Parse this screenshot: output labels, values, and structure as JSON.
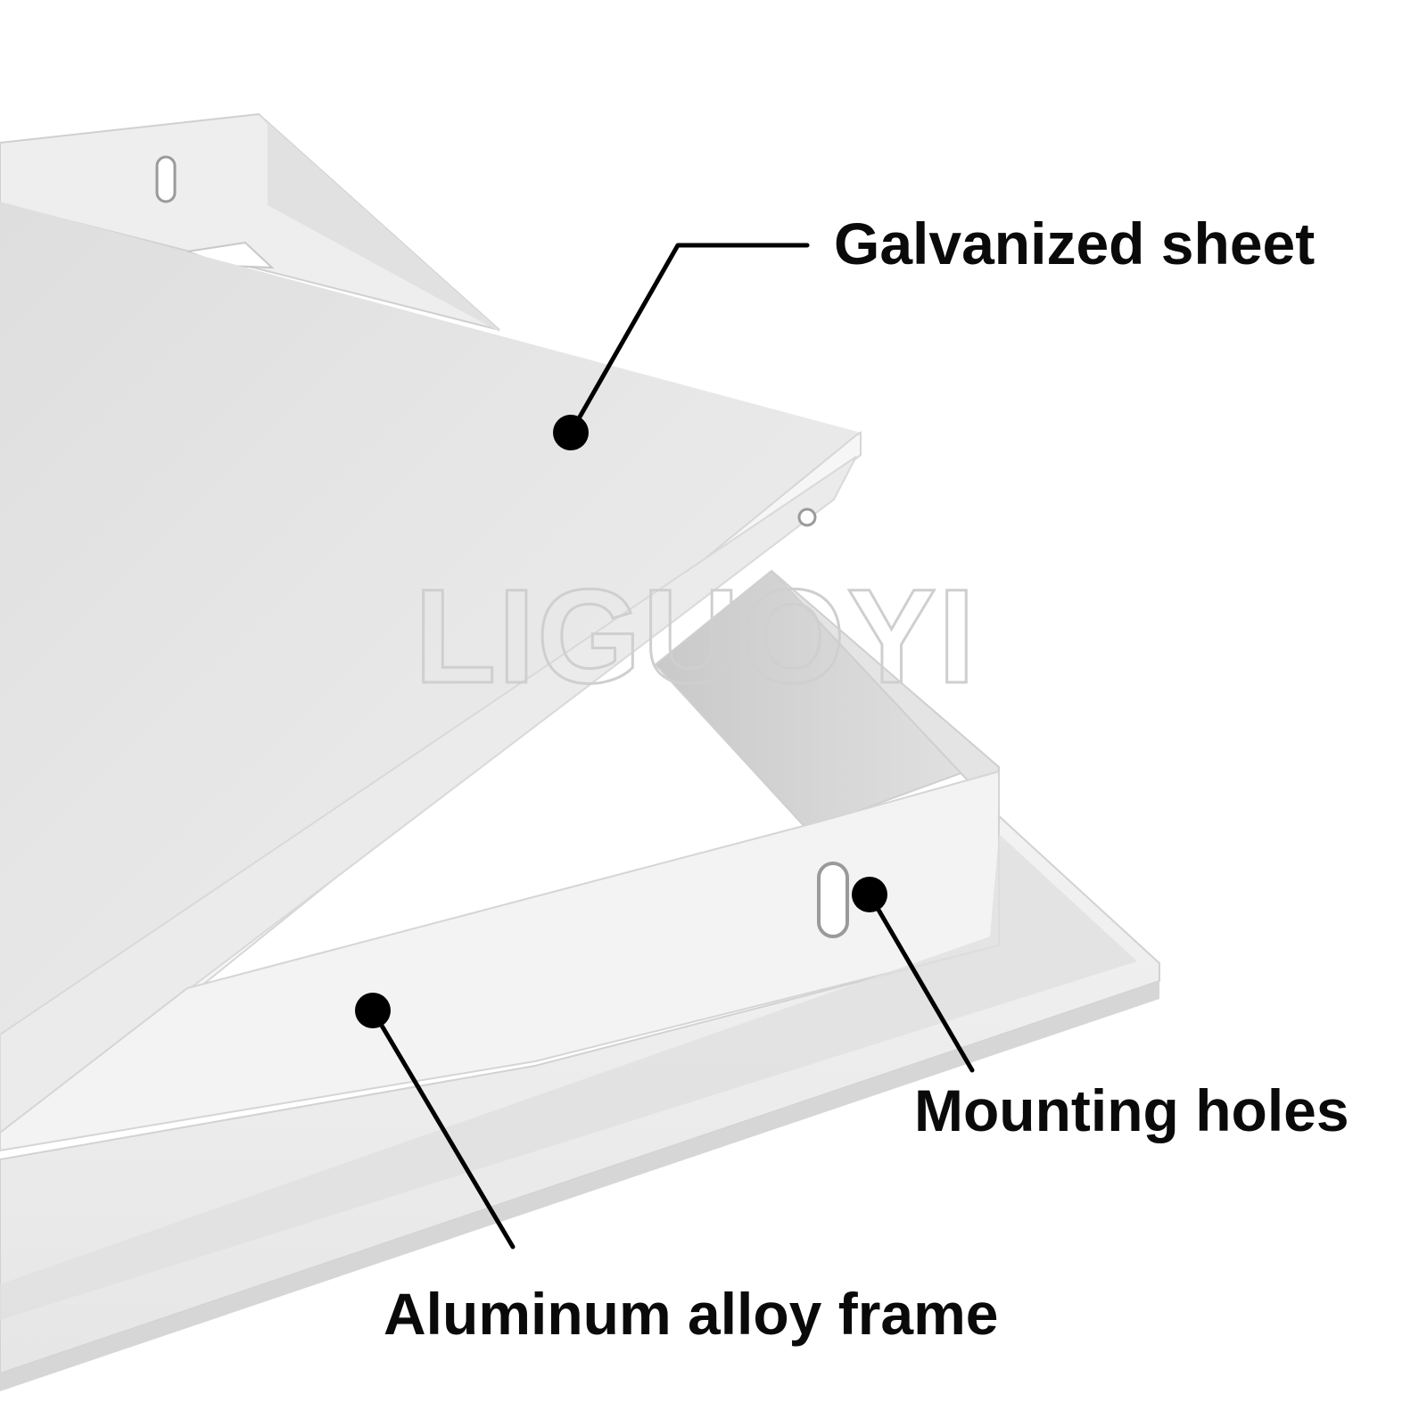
{
  "callouts": [
    {
      "id": "galvanized-sheet",
      "label": "Galvanized sheet"
    },
    {
      "id": "mounting-holes",
      "label": "Mounting holes"
    },
    {
      "id": "aluminum-alloy-frame",
      "label": "Aluminum alloy frame"
    }
  ],
  "watermark": "LIGUOYI",
  "colors": {
    "background": "#ffffff",
    "panel_face": "#e9e9e9",
    "panel_edge": "#f4f4f4",
    "frame_shadow": "#d8d8d8",
    "label_text": "#0a0a0a",
    "leader": "#000000"
  }
}
